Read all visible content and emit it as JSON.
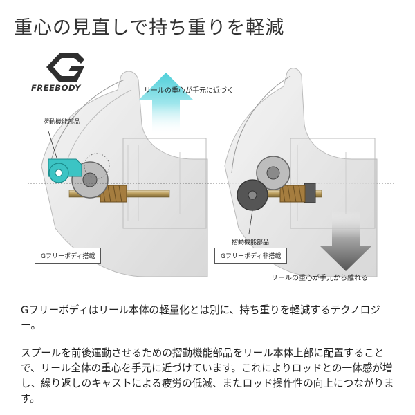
{
  "title": "重心の見直しで持ち重りを軽減",
  "logo": {
    "mark": "G",
    "text": "FREEBODY"
  },
  "left_panel": {
    "arrow_label": "リールの重心が手元に近づく",
    "part_label": "摺動機能部品",
    "caption": "Gフリーボディ搭載",
    "colors": {
      "highlight": "#3cc4c4",
      "arrow": "#5fd3dc"
    }
  },
  "right_panel": {
    "part_label": "摺動機能部品",
    "caption": "Gフリーボディ非搭載",
    "arrow_label": "リールの重心が手元から離れる",
    "colors": {
      "part": "#555555",
      "arrow": "#6a6a6a"
    }
  },
  "description": [
    "Gフリーボディはリール本体の軽量化とは別に、持ち重りを軽減するテクノロジー。",
    "スプールを前後運動させるための摺動機能部品をリール本体上部に配置することで、リール全体の重心を手元に近づけています。これによりロッドとの一体感が増し、繰り返しのキャストによる疲労の低減、またロッド操作性の向上につながります。"
  ]
}
